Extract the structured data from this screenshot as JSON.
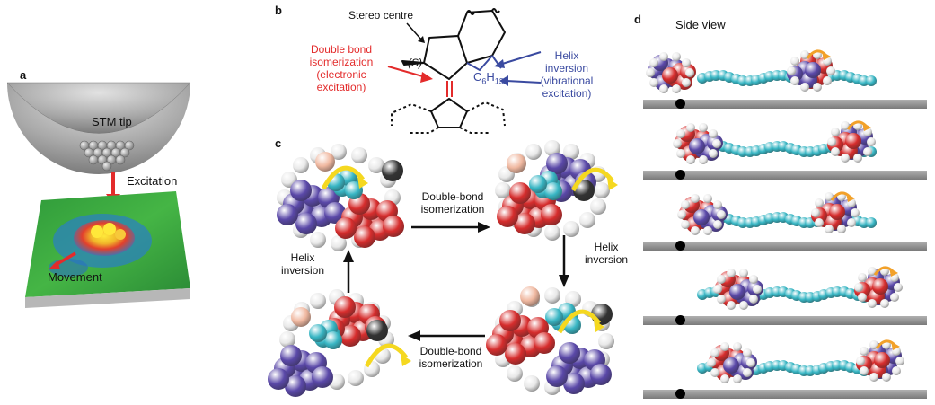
{
  "panels": {
    "a": {
      "label": "a",
      "stm_tip": "STM tip",
      "excitation": "Excitation",
      "movement": "Movement"
    },
    "b": {
      "label": "b",
      "stereo_centre": "Stereo centre",
      "stereo_symbol": "(S)",
      "double_bond_lines": [
        "Double bond",
        "isomerization",
        "(electronic",
        "excitation)"
      ],
      "helix_lines": [
        "Helix",
        "inversion",
        "(vibrational",
        "excitation)"
      ],
      "substituent_main": "C",
      "substituent_sub1": "6",
      "substituent_mid": "H",
      "substituent_sub2": "13"
    },
    "c": {
      "label": "c",
      "top_arrow_lines": [
        "Double-bond",
        "isomerization"
      ],
      "bottom_arrow_lines": [
        "Double-bond",
        "isomerization"
      ],
      "right_arrow_lines": [
        "Helix",
        "inversion"
      ],
      "left_arrow_lines": [
        "Helix",
        "inversion"
      ]
    },
    "d": {
      "label": "d",
      "side_view": "Side view"
    }
  },
  "colors": {
    "red_text": "#e32b2b",
    "blue_text": "#3a4aa0",
    "surface": "#8e8e8e",
    "molecule_cyan": "#38b6c4",
    "molecule_red": "#d62d2d",
    "molecule_purple": "#5a48a8",
    "arrow_orange": "#f2a12a",
    "arrow_yellow": "#f5d820"
  }
}
